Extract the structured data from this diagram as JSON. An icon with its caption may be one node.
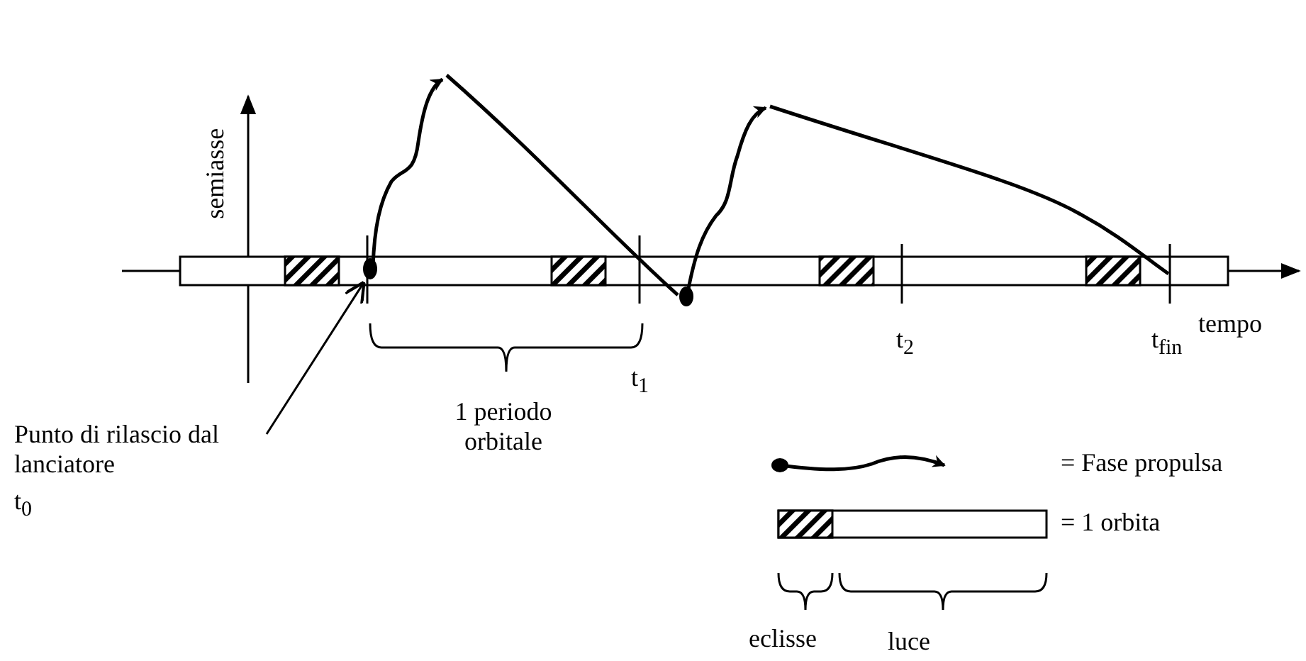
{
  "diagram": {
    "nodes": [
      {
        "text": [
          "Punto di rilascio dal lanciatore"
        ]
      },
      {
        "text": [],
        "shape": "circle"
      }
    ],
    "edges": [
      {
        "from": 0,
        "to": 1,
        "arrow": "to"
      }
    ],
    "labels": [
      "semiasse",
      "tempo",
      "t$_{1}$",
      "t$_{2}$",
      "t$_{fin}$",
      "1 periodo orbitale",
      "t$_{0}$",
      "eclisse",
      "luce"
    ],
    "legend": [
      {
        "text": "= Fase propulsa"
      },
      {
        "text": "= 1 orbita"
      }
    ]
  }
}
